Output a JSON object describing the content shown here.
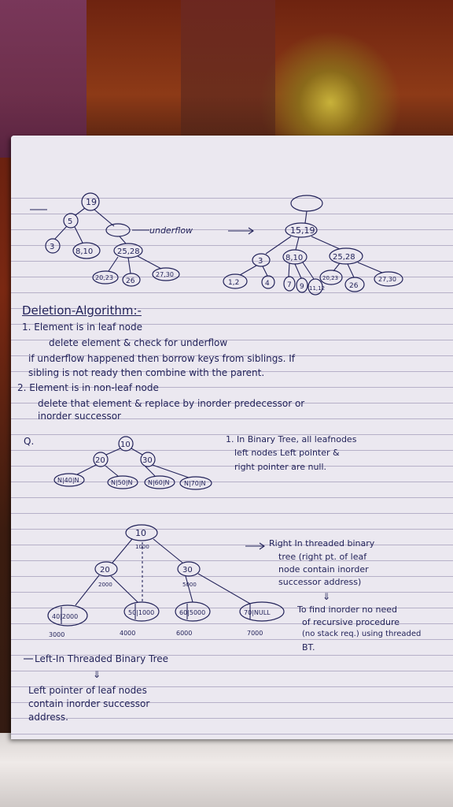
{
  "top_diagram": {
    "left_tree": {
      "root": "19",
      "n5": "5",
      "n3": "3",
      "n810": "8,10",
      "n2528": "25,28",
      "n2023": "20,23",
      "n26": "26",
      "n2730": "27,30"
    },
    "underflow_label": "underflow",
    "right_tree": {
      "root": "15,19",
      "n3": "3",
      "n810": "8,10",
      "n2528": "25,28",
      "n12": "1,2",
      "n4": "4",
      "n7": "7",
      "n9": "9",
      "n1112": "11,12",
      "n2023": "20,23",
      "n26": "26",
      "n2730": "27,30"
    }
  },
  "notes": {
    "heading": "Deletion-Algorithm:-",
    "line1": "1. Element is in leaf node",
    "line2": "delete element & check for underflow",
    "line3": "if underflow happened then borrow keys from siblings. If",
    "line4": "sibling is not ready then combine with the parent.",
    "line5": "2. Element is in non-leaf node",
    "line6": "delete that element & replace by inorder predecessor or",
    "line7": "inorder successor"
  },
  "question": {
    "label": "Q.",
    "tree": {
      "root": "10",
      "left": "20",
      "right": "30",
      "l1": "N|40|N",
      "l2": "N|50|N",
      "l3": "N|60|N",
      "l4": "N|70|N"
    },
    "note1": "1. In Binary Tree, all leafnodes",
    "note2": "left nodes Left pointer &",
    "note3": "right pointer are null."
  },
  "threaded": {
    "root": "10",
    "root_addr": "1000",
    "left": "20",
    "left_addr": "2000",
    "right": "30",
    "right_addr": "5000",
    "leaf1": "40|2000",
    "leaf1_addr": "3000",
    "leaf2": "50|1000",
    "leaf2_addr": "4000",
    "leaf3": "60|5000",
    "leaf3_addr": "6000",
    "leaf4": "70|NULL",
    "leaf4_addr": "7000",
    "right_note1": "Right In threaded binary",
    "right_note2": "tree (right pt. of leaf",
    "right_note3": "node contain inorder",
    "right_note4": "successor address)",
    "arrow_down": "⇓",
    "find_note1": "To find inorder no need",
    "find_note2": "of recursive procedure",
    "find_note3": "(no stack req.) using threaded",
    "find_note4": "BT."
  },
  "left_threaded": {
    "title": "Left-In Threaded Binary Tree",
    "arrow": "⇓",
    "line1": "Left pointer of leaf nodes",
    "line2": "contain inorder successor",
    "line3": "address."
  }
}
